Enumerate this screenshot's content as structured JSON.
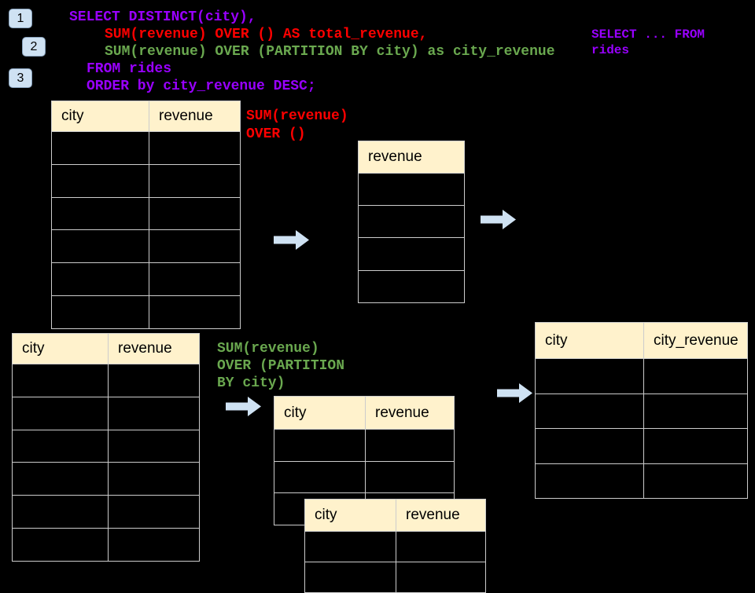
{
  "colors": {
    "background": "#000000",
    "purple": "#9900ff",
    "red": "#ff0000",
    "green": "#6aa84f",
    "table_header_bg": "#fff2cc",
    "table_border": "#cccccc",
    "arrow_fill": "#cfe2f3",
    "badge_fill": "#cfe2f3"
  },
  "step_badges": [
    {
      "label": "1"
    },
    {
      "label": "2"
    },
    {
      "label": "3"
    }
  ],
  "sql_code": {
    "lines": [
      {
        "text": "SELECT DISTINCT(city),",
        "color": "#9900ff"
      },
      {
        "text": "SUM(revenue) OVER () AS total_revenue,",
        "color": "#ff0000"
      },
      {
        "text": "SUM(revenue) OVER (PARTITION BY city) as city_revenue",
        "color": "#6aa84f"
      },
      {
        "text": "FROM rides",
        "color": "#9900ff"
      },
      {
        "text": "ORDER by city_revenue DESC;",
        "color": "#9900ff"
      }
    ]
  },
  "from_note": {
    "color": "#9900ff",
    "lines": [
      "SELECT ... FROM",
      "rides"
    ]
  },
  "total_revenue_note": {
    "color": "#ff0000",
    "lines": [
      "SUM(revenue)",
      "OVER ()"
    ]
  },
  "partition_note": {
    "color": "#6aa84f",
    "lines": [
      "SUM(revenue)",
      "OVER (PARTITION",
      "BY city)"
    ]
  },
  "tables": {
    "rides_top": {
      "headers": [
        "city",
        "revenue"
      ],
      "empty_rows": 6
    },
    "rides_bottom": {
      "headers": [
        "city",
        "revenue"
      ],
      "empty_rows": 6
    },
    "total_revenue_result": {
      "headers": [
        "revenue"
      ],
      "empty_rows": 4
    },
    "city_revenue_result": {
      "headers": [
        "city",
        "city_revenue"
      ],
      "empty_rows": 4
    },
    "partition_result_a": {
      "headers": [
        "city",
        "revenue"
      ],
      "empty_rows": 3
    },
    "partition_result_b": {
      "headers": [
        "city",
        "revenue"
      ],
      "empty_rows": 2
    }
  }
}
